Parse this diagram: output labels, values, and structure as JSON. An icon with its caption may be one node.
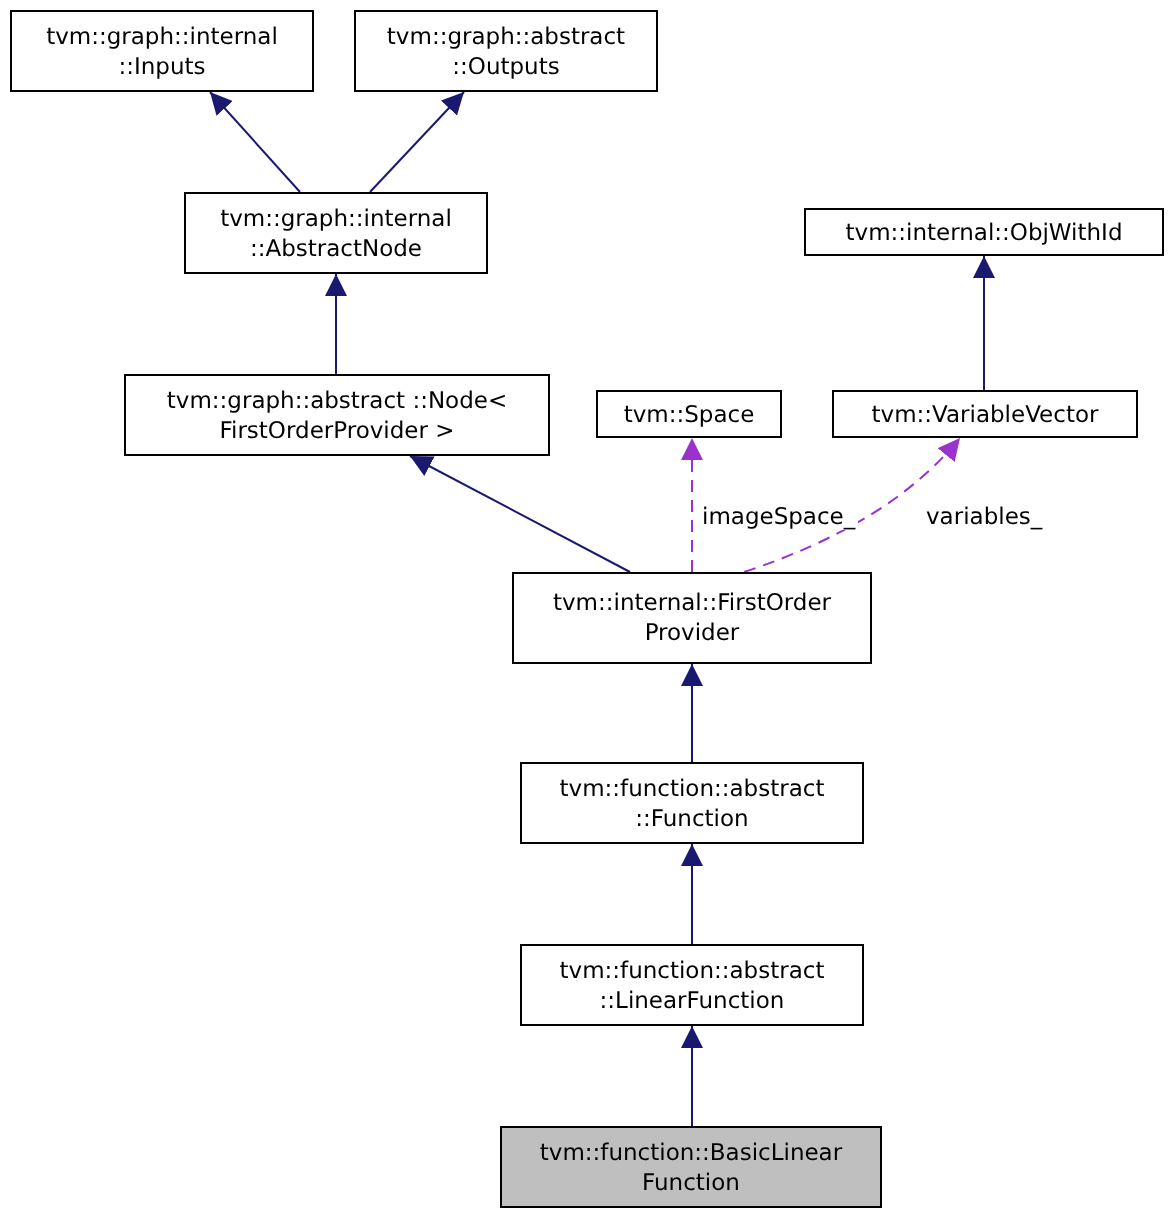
{
  "diagram": {
    "nodes": [
      {
        "text": [
          "tvm::graph::internal ::Inputs"
        ]
      },
      {
        "text": [
          "tvm::graph::abstract ::Outputs"
        ]
      },
      {
        "text": [
          "tvm::graph::internal ::AbstractNode"
        ]
      },
      {
        "text": [
          "tvm::graph::abstract ::Node< FirstOrderProvider >"
        ]
      },
      {
        "text": [
          "tvm::internal::ObjWithId"
        ]
      },
      {
        "text": [
          "tvm::Space"
        ]
      },
      {
        "text": [
          "tvm::VariableVector"
        ]
      },
      {
        "text": [
          "tvm::internal::FirstOrder Provider"
        ]
      },
      {
        "text": [
          "tvm::function::abstract ::Function"
        ]
      },
      {
        "text": [
          "tvm::function::abstract ::LinearFunction"
        ]
      },
      {
        "text": [
          "tvm::function::BasicLinear Function"
        ]
      }
    ],
    "edges": [
      {
        "from": 2,
        "to": 0,
        "arrow": "to"
      },
      {
        "from": 2,
        "to": 1,
        "arrow": "to"
      },
      {
        "from": 3,
        "to": 2,
        "arrow": "to"
      },
      {
        "from": 6,
        "to": 4,
        "arrow": "to"
      },
      {
        "from": 7,
        "to": 3,
        "arrow": "to"
      },
      {
        "from": 7,
        "to": 5,
        "arrow": "to",
        "label": "imageSpace_",
        "style": "dashed",
        "color": "#9a32cd"
      },
      {
        "from": 7,
        "to": 6,
        "arrow": "to",
        "label": "variables_",
        "style": "dashed",
        "color": "#9a32cd"
      },
      {
        "from": 8,
        "to": 7,
        "arrow": "to"
      },
      {
        "from": 9,
        "to": 8,
        "arrow": "to"
      },
      {
        "from": 10,
        "to": 9,
        "arrow": "to"
      }
    ]
  }
}
